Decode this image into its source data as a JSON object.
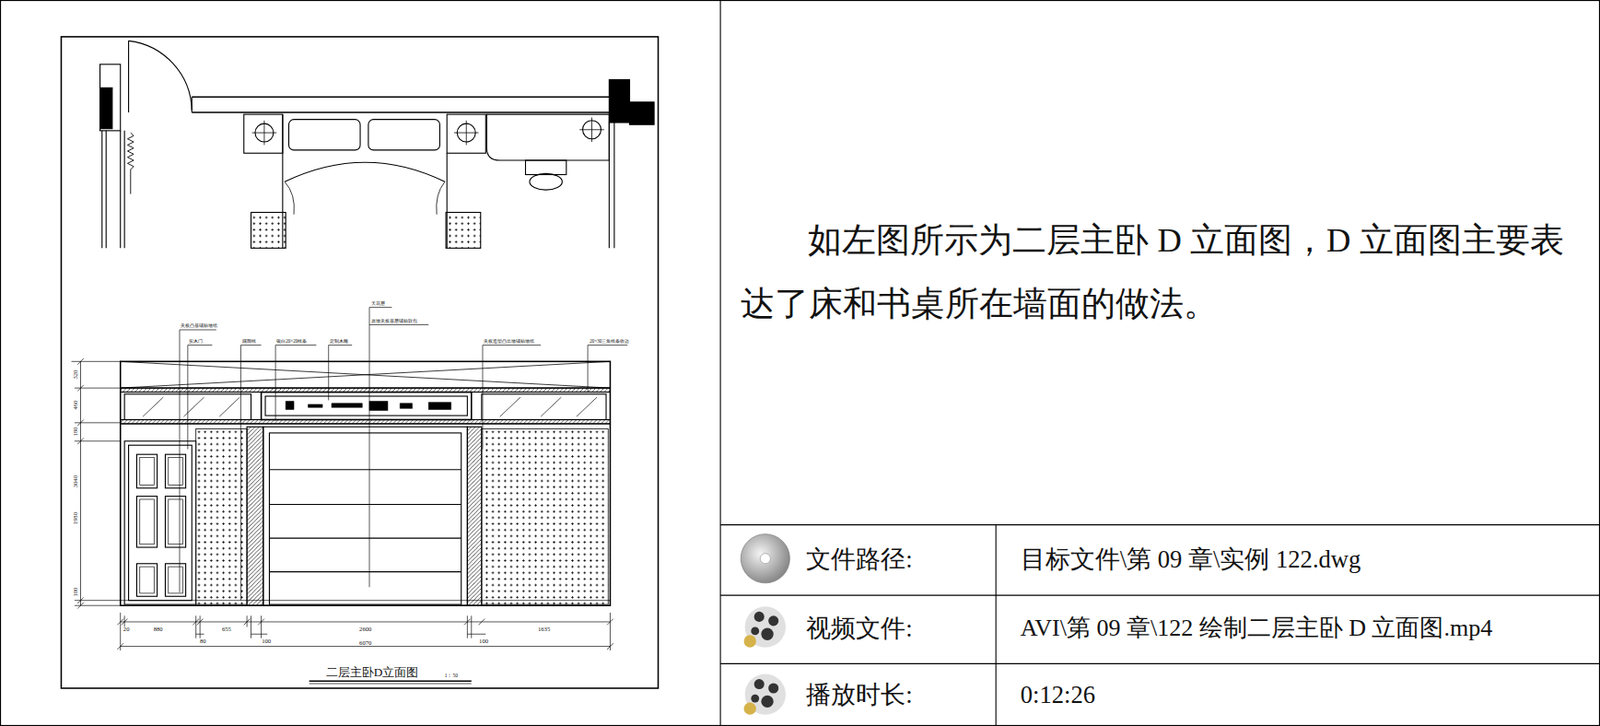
{
  "diagram": {
    "caption": "二层主卧D立面图",
    "labels": [
      "如左图所示为二层主卧 D 立面图，D 立面图主要表达了床和书桌所在墙面的做法。",
      "文件路径:",
      "目标文件\\第 09 章\\实例 122.dwg",
      "视频文件:",
      "AVI\\第 09 章\\122 绘制二层主卧 D 立面图.mp4",
      "播放时长:",
      "0:12:26",
      "夹板凸基铺贴墙纸",
      "实木门",
      "踢脚线",
      "银白20×20线条",
      "定制木雕",
      "天花层",
      "原墙夹板基层铺贴软包",
      "夹板造型凸出墙铺贴墙纸",
      "20×30三角线条收边",
      "320",
      "460",
      "180",
      "3040",
      "1980",
      "100",
      "20",
      "880",
      "655",
      "2600",
      "1635",
      "80",
      "100",
      "100",
      "6070",
      "1：50"
    ]
  }
}
